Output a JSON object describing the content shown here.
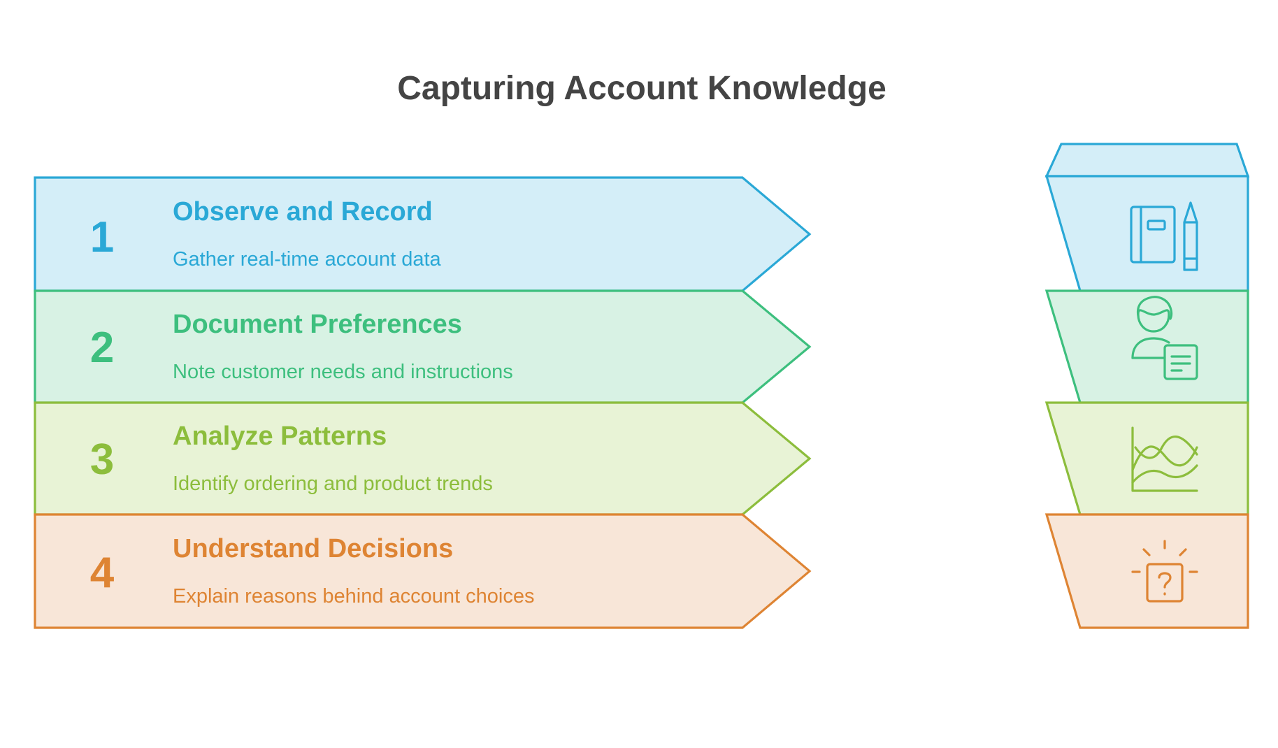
{
  "title": "Capturing Account Knowledge",
  "steps": [
    {
      "number": "1",
      "title": "Observe and Record",
      "description": "Gather real-time account data",
      "icon": "notebook-pencil-icon",
      "stroke": "#2aa8d6",
      "fill": "#d4eef8"
    },
    {
      "number": "2",
      "title": "Document Preferences",
      "description": "Note customer needs and instructions",
      "icon": "person-document-icon",
      "stroke": "#3dbf7e",
      "fill": "#d8f2e4"
    },
    {
      "number": "3",
      "title": "Analyze Patterns",
      "description": "Identify ordering and product trends",
      "icon": "wave-chart-icon",
      "stroke": "#8cbd3c",
      "fill": "#e8f3d6"
    },
    {
      "number": "4",
      "title": "Understand Decisions",
      "description": "Explain reasons behind account choices",
      "icon": "question-box-icon",
      "stroke": "#de8433",
      "fill": "#f8e6d8"
    }
  ]
}
